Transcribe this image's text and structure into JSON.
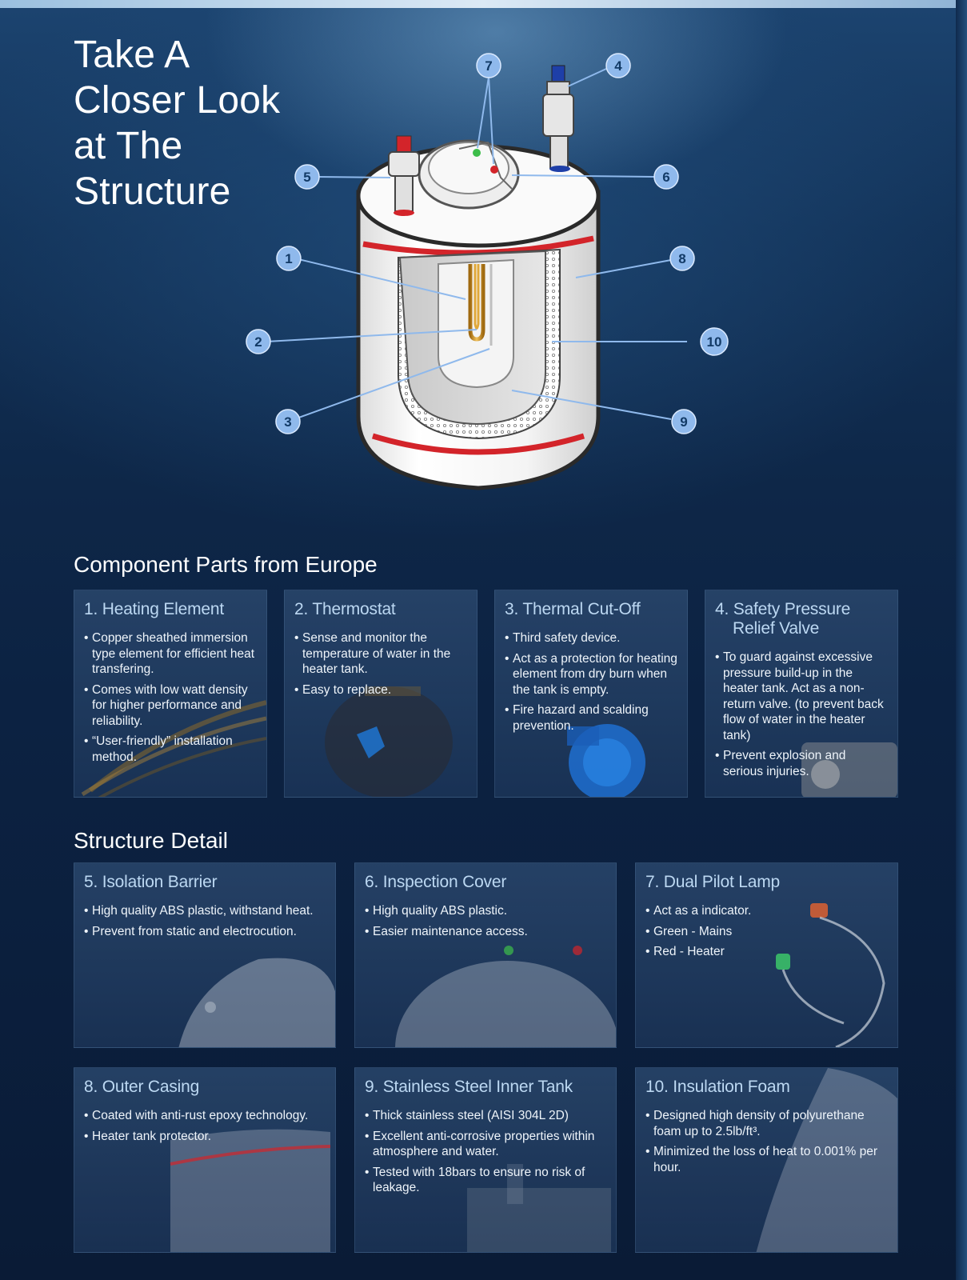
{
  "headline": [
    "Take A",
    "Closer Look",
    "at The",
    "Structure"
  ],
  "callouts": [
    "1",
    "2",
    "3",
    "4",
    "5",
    "6",
    "7",
    "8",
    "9",
    "10"
  ],
  "components": {
    "title": "Component Parts from Europe",
    "cards": [
      {
        "title": [
          "1. Heating Element"
        ],
        "items": [
          "Copper sheathed immersion type element for efficient heat transfering.",
          "Comes with low watt density for higher performance and reliability.",
          "“User-friendly” installation method."
        ]
      },
      {
        "title": [
          "2. Thermostat"
        ],
        "items": [
          "Sense and monitor the temperature of water in the heater tank.",
          "Easy to replace."
        ]
      },
      {
        "title": [
          "3. Thermal Cut-Off"
        ],
        "items": [
          "Third safety device.",
          "Act as a protection for heating element from dry burn when the tank is empty.",
          "Fire hazard and scalding prevention."
        ]
      },
      {
        "title": [
          "4. Safety Pressure",
          "Relief Valve"
        ],
        "items": [
          "To guard against excessive pressure build-up in the heater tank. Act as a non-return valve. (to prevent back flow of water in the heater tank)",
          "Prevent explosion and serious injuries."
        ]
      }
    ]
  },
  "structure": {
    "title": "Structure Detail",
    "cards": [
      {
        "title": [
          "5. Isolation Barrier"
        ],
        "items": [
          "High quality ABS plastic, withstand heat.",
          "Prevent from static and electrocution."
        ]
      },
      {
        "title": [
          "6. Inspection Cover"
        ],
        "items": [
          "High quality ABS plastic.",
          "Easier maintenance access."
        ]
      },
      {
        "title": [
          "7. Dual Pilot Lamp"
        ],
        "items": [
          "Act as a indicator.",
          "Green - Mains",
          "Red - Heater"
        ]
      },
      {
        "title": [
          "8. Outer Casing"
        ],
        "items": [
          "Coated with anti-rust epoxy technology.",
          "Heater tank protector."
        ]
      },
      {
        "title": [
          "9. Stainless Steel Inner Tank"
        ],
        "items": [
          "Thick stainless steel (AISI 304L 2D)",
          "Excellent anti-corrosive properties within atmosphere and water.",
          "Tested with 18bars to ensure no risk of leakage."
        ]
      },
      {
        "title": [
          "10. Insulation Foam"
        ],
        "items": [
          "Designed high density of polyurethane foam up to 2.5lb/ft³.",
          "Minimized the loss of heat to 0.001% per hour."
        ]
      }
    ]
  },
  "colors": {
    "callout_fill": "#8fb9ec",
    "callout_text": "#123a66",
    "card_title": "#bcd8f2",
    "tank_red": "#d3242a"
  }
}
